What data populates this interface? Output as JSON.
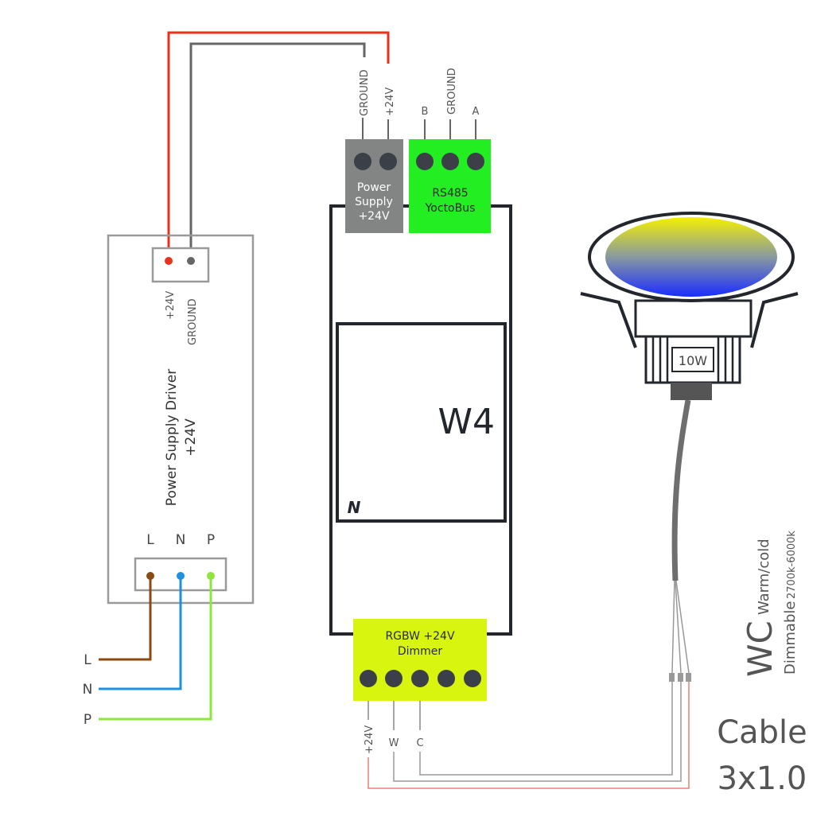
{
  "colors": {
    "red": "#e8321e",
    "grey_wire": "#666666",
    "brown": "#8b4a12",
    "blue": "#1e90e0",
    "green_wire": "#8ee63c",
    "rs485_green": "#22ee22",
    "dimmer_yellow": "#d8f510",
    "power_block": "#838584",
    "module_outline": "#23262d",
    "driver_outline": "#9a9a9a"
  },
  "driver": {
    "title_line1": "Power Supply Driver",
    "title_line2": "+24V",
    "out_label_1": "+24V",
    "out_label_2": "GROUND",
    "in_L": "L",
    "in_N": "N",
    "in_P": "P"
  },
  "mains": {
    "L": "L",
    "N": "N",
    "P": "P"
  },
  "module": {
    "name": "W4",
    "logo": "N",
    "power": {
      "line1": "Power",
      "line2": "Supply",
      "line3": "+24V",
      "pin1": "GROUND",
      "pin2": "+24V"
    },
    "rs485": {
      "line1": "RS485",
      "line2": "YoctoBus",
      "pin1": "B",
      "pin2": "GROUND",
      "pin3": "A"
    },
    "dimmer": {
      "line1": "RGBW +24V",
      "line2": "Dimmer",
      "pin1": "+24V",
      "pin2": "W",
      "pin3": "C"
    }
  },
  "lamp": {
    "power": "10W",
    "brand": "WC",
    "desc1": "Warm/cold",
    "desc2": "Dimmable",
    "range": "2700k-6000k"
  },
  "cable": {
    "line1": "Cable",
    "line2": "3x1.0"
  }
}
